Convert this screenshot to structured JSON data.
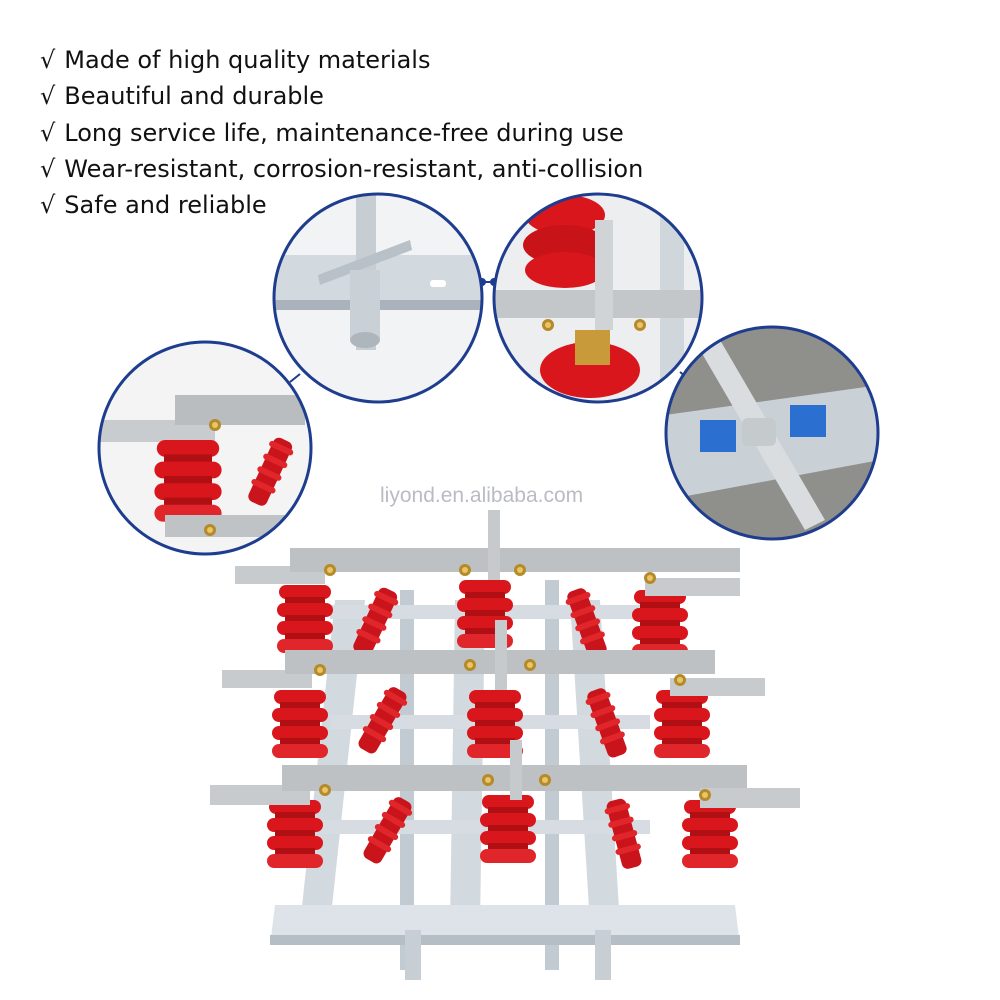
{
  "features": [
    {
      "check": "√",
      "text": "Made of high quality materials"
    },
    {
      "check": "√",
      "text": "Beautiful and durable"
    },
    {
      "check": "√",
      "text": "Long service life, maintenance-free during use"
    },
    {
      "check": "√",
      "text": "Wear-resistant, corrosion-resistant, anti-collision"
    },
    {
      "check": "√",
      "text": "Safe and reliable"
    }
  ],
  "watermark": "liyond.en.alibaba.com",
  "colors": {
    "insulator": "#d8161c",
    "frame": "#cfd6dd",
    "circle_border": "#1f3d8f",
    "busbar": "#bfc3c6"
  }
}
